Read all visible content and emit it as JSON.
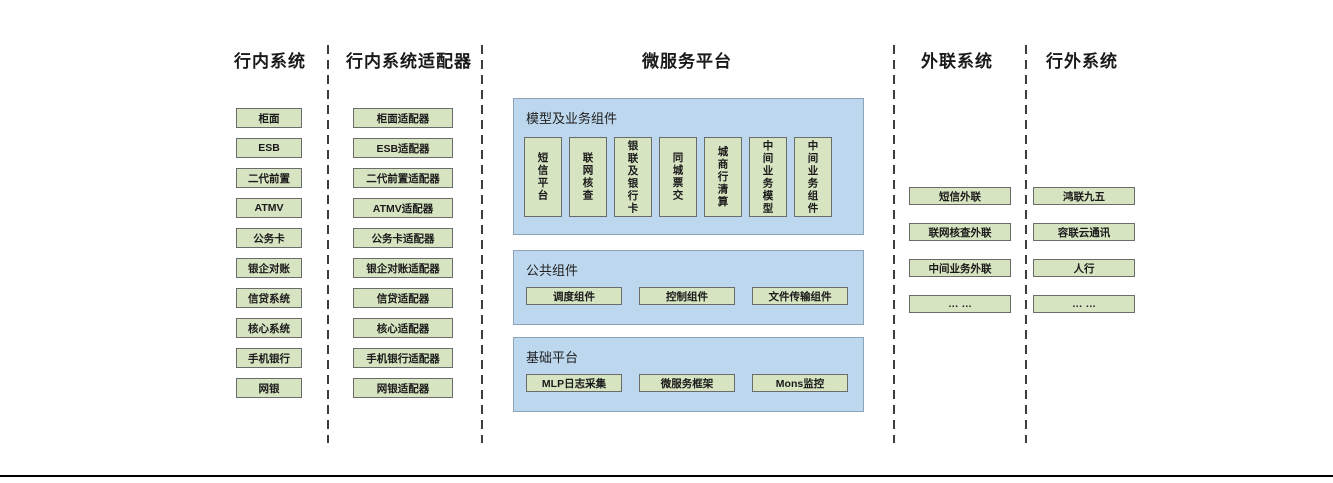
{
  "diagram": {
    "internal": {
      "title": "行内系统",
      "boxes": [
        "柜面",
        "ESB",
        "二代前置",
        "ATMV",
        "公务卡",
        "银企对账",
        "信贷系统",
        "核心系统",
        "手机银行",
        "网银"
      ]
    },
    "adapters": {
      "title": "行内系统适配器",
      "boxes": [
        "柜面适配器",
        "ESB适配器",
        "二代前置适配器",
        "ATMV适配器",
        "公务卡适配器",
        "银企对账适配器",
        "信贷适配器",
        "核心适配器",
        "手机银行适配器",
        "网银适配器"
      ]
    },
    "platform": {
      "title": "微服务平台",
      "sections": [
        {
          "title": "模型及业务组件",
          "boxes": [
            "短信平台",
            "联网核查",
            "银联及银行卡",
            "同城票交",
            "城商行清算",
            "中间业务模型",
            "中间业务组件"
          ]
        },
        {
          "title": "公共组件",
          "boxes": [
            "调度组件",
            "控制组件",
            "文件传输组件"
          ]
        },
        {
          "title": "基础平台",
          "boxes": [
            "MLP日志采集",
            "微服务框架",
            "Mons监控"
          ]
        }
      ]
    },
    "outreach": {
      "title": "外联系统",
      "boxes": [
        "短信外联",
        "联网核查外联",
        "中间业务外联",
        "… …"
      ]
    },
    "external": {
      "title": "行外系统",
      "boxes": [
        "鸿联九五",
        "容联云通讯",
        "人行",
        "… …"
      ]
    }
  },
  "colors": {
    "box_fill": "#d7e4c2",
    "box_border": "#6b6b6b",
    "panel_fill": "#bdd7ee",
    "panel_border": "#8ba4b8",
    "divider": "#3c3c3c",
    "rule": "#000000"
  }
}
